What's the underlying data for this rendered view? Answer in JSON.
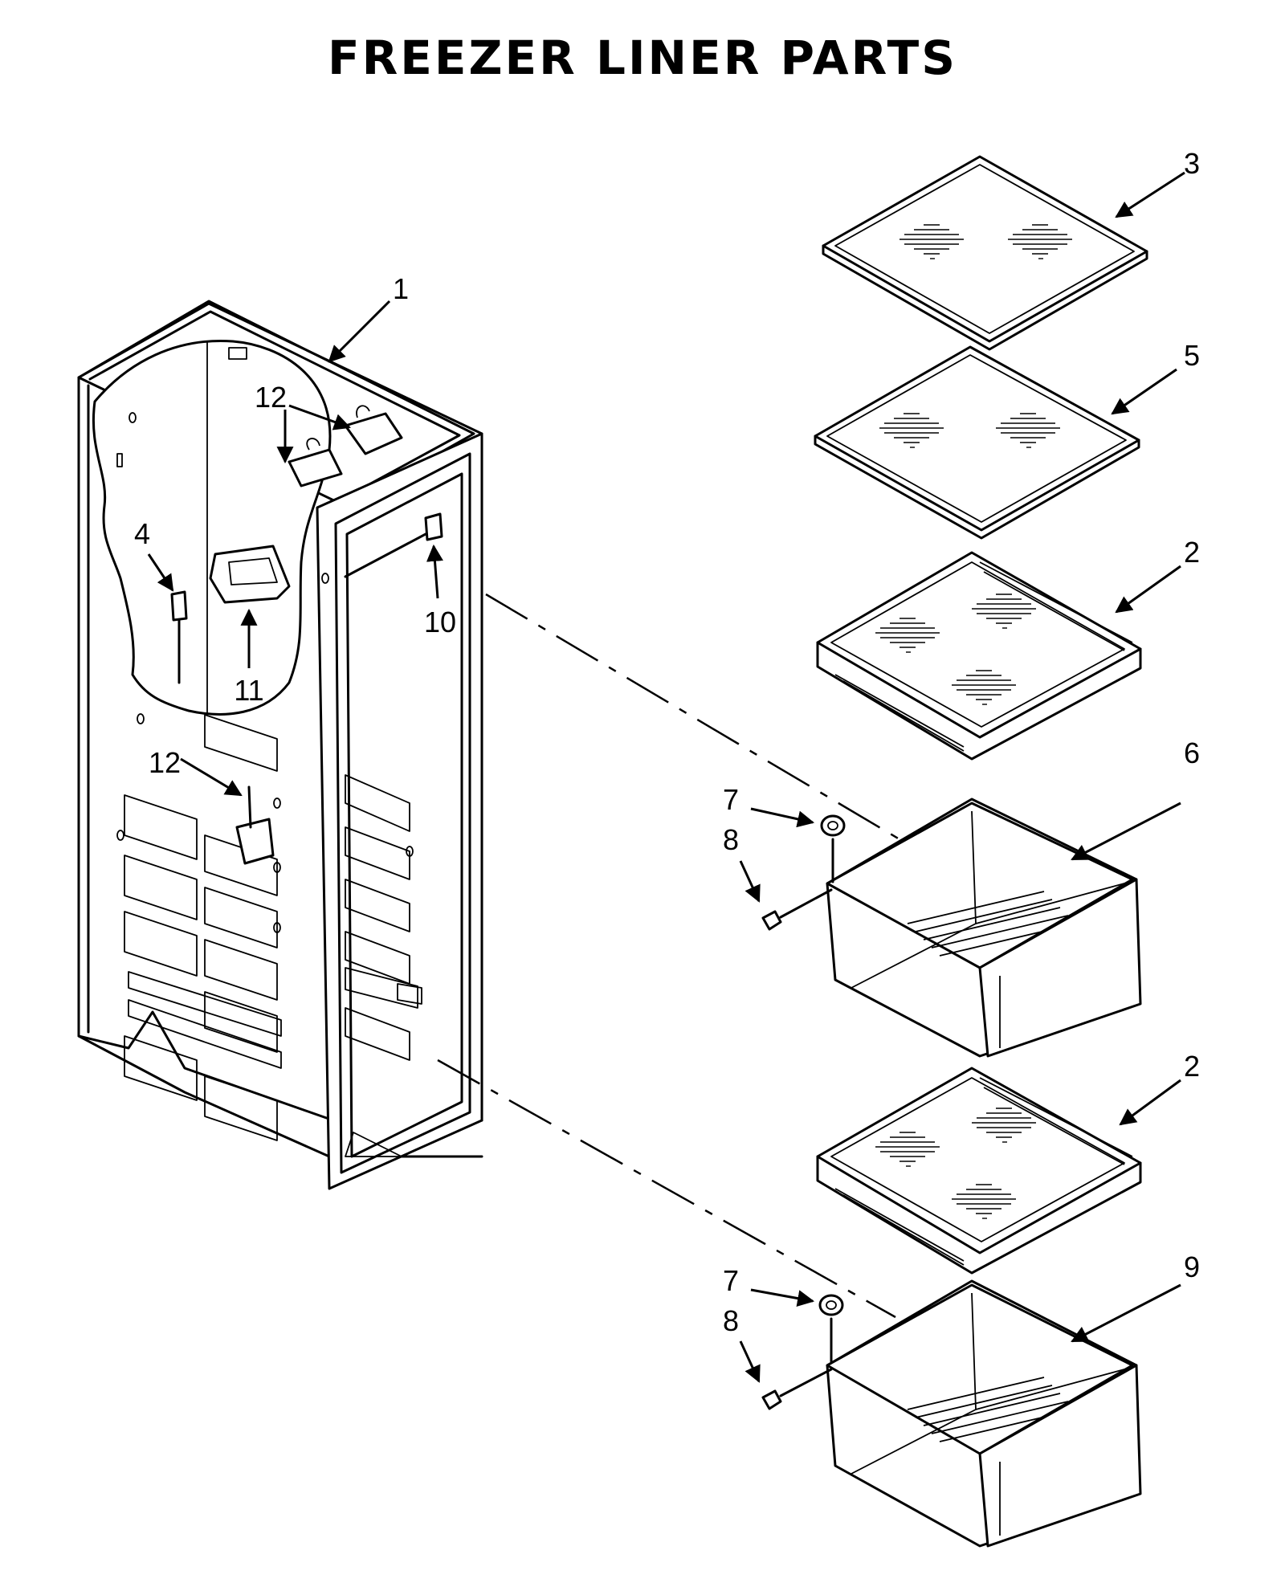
{
  "title": "FREEZER LINER PARTS",
  "callouts": [
    {
      "id": "c1",
      "label": "1"
    },
    {
      "id": "c2a",
      "label": "2"
    },
    {
      "id": "c2b",
      "label": "2"
    },
    {
      "id": "c3",
      "label": "3"
    },
    {
      "id": "c4",
      "label": "4"
    },
    {
      "id": "c5",
      "label": "5"
    },
    {
      "id": "c6",
      "label": "6"
    },
    {
      "id": "c7a",
      "label": "7"
    },
    {
      "id": "c7b",
      "label": "7"
    },
    {
      "id": "c8a",
      "label": "8"
    },
    {
      "id": "c8b",
      "label": "8"
    },
    {
      "id": "c9",
      "label": "9"
    },
    {
      "id": "c10",
      "label": "10"
    },
    {
      "id": "c11",
      "label": "11"
    },
    {
      "id": "c12a",
      "label": "12"
    },
    {
      "id": "c12b",
      "label": "12"
    }
  ]
}
